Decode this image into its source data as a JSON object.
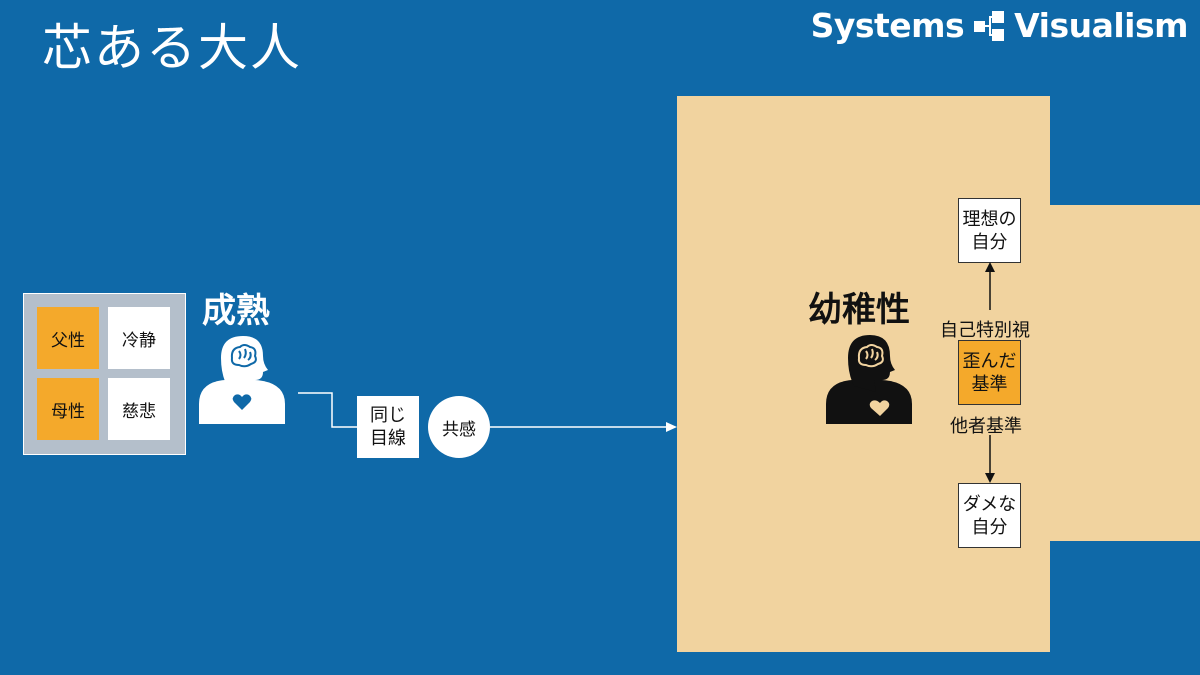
{
  "title": "芯ある大人",
  "brand": {
    "left": "Systems",
    "right": "Visualism"
  },
  "qualities": [
    {
      "label": "父性",
      "highlight": true
    },
    {
      "label": "冷静",
      "highlight": false
    },
    {
      "label": "母性",
      "highlight": true
    },
    {
      "label": "慈悲",
      "highlight": false
    }
  ],
  "maturity": {
    "label": "成熟"
  },
  "connector": {
    "shared_goal": "同じ\n目線",
    "empathy": "共感"
  },
  "immaturity": {
    "label": "幼稚性"
  },
  "self_view": {
    "ideal_self": "理想の\n自分",
    "special_view": "自己特別視",
    "distorted_standard": "歪んだ\n基準",
    "other_standard": "他者基準",
    "bad_self": "ダメな\n自分"
  },
  "colors": {
    "background": "#0f69a8",
    "beige": "#f1d39f",
    "orange": "#f4a92b",
    "panel": "#b4bfcb"
  }
}
